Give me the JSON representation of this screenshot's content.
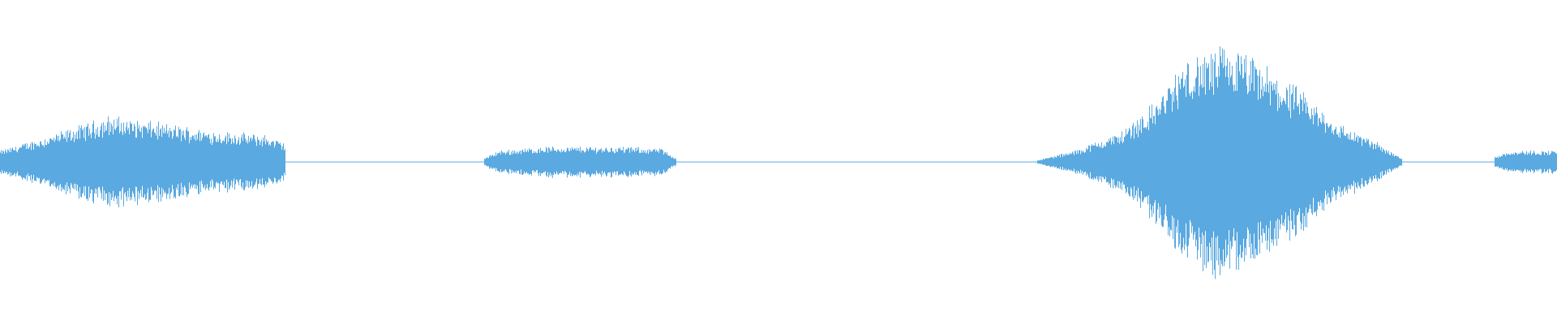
{
  "waveform": {
    "color": "#5aa9e0",
    "amplitude_scale": 1.0,
    "segments": [
      {
        "name": "segment-1",
        "start": 0.0,
        "end": 0.183,
        "envelope": [
          [
            0.0,
            0.06
          ],
          [
            0.04,
            0.16
          ],
          [
            0.07,
            0.24
          ],
          [
            0.105,
            0.2
          ],
          [
            0.14,
            0.16
          ],
          [
            0.17,
            0.14
          ],
          [
            0.183,
            0.1
          ]
        ]
      },
      {
        "name": "segment-2",
        "start": 0.311,
        "end": 0.434,
        "envelope": [
          [
            0.311,
            0.02
          ],
          [
            0.32,
            0.06
          ],
          [
            0.35,
            0.08
          ],
          [
            0.4,
            0.08
          ],
          [
            0.425,
            0.07
          ],
          [
            0.434,
            0.02
          ]
        ]
      },
      {
        "name": "segment-3",
        "start": 0.666,
        "end": 0.9,
        "envelope": [
          [
            0.666,
            0.01
          ],
          [
            0.69,
            0.06
          ],
          [
            0.72,
            0.16
          ],
          [
            0.74,
            0.3
          ],
          [
            0.76,
            0.52
          ],
          [
            0.785,
            0.6
          ],
          [
            0.8,
            0.56
          ],
          [
            0.83,
            0.4
          ],
          [
            0.86,
            0.2
          ],
          [
            0.885,
            0.1
          ],
          [
            0.9,
            0.02
          ]
        ]
      },
      {
        "name": "segment-4",
        "start": 0.96,
        "end": 1.0,
        "envelope": [
          [
            0.96,
            0.03
          ],
          [
            0.97,
            0.06
          ],
          [
            1.0,
            0.06
          ]
        ]
      }
    ]
  }
}
